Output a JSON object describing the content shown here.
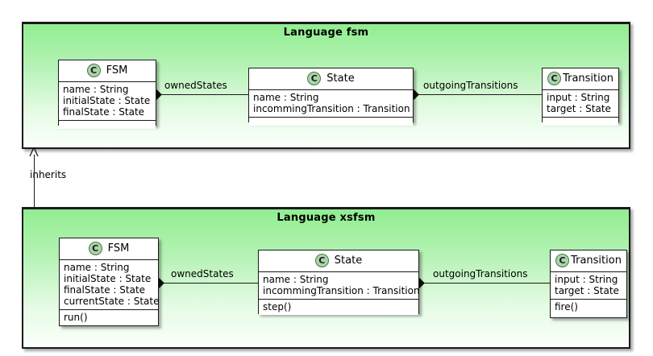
{
  "diagram": {
    "kind": "uml-class-diagram",
    "packages": [
      {
        "id": "fsm",
        "title": "Language fsm",
        "classes": [
          {
            "id": "fsm-FSM",
            "icon": "class-icon",
            "icon_letter": "C",
            "name": "FSM",
            "attributes": [
              "name : String",
              "initialState : State",
              "finalState : State"
            ],
            "operations": []
          },
          {
            "id": "fsm-State",
            "icon": "class-icon",
            "icon_letter": "C",
            "name": "State",
            "attributes": [
              "name : String",
              "incommingTransition : Transition"
            ],
            "operations": []
          },
          {
            "id": "fsm-Transition",
            "icon": "class-icon",
            "icon_letter": "C",
            "name": "Transition",
            "attributes": [
              "input : String",
              "target : State"
            ],
            "operations": []
          }
        ],
        "associations": [
          {
            "id": "fsm-ownedStates",
            "label": "ownedStates",
            "from": "FSM",
            "to": "State",
            "kind": "composition"
          },
          {
            "id": "fsm-outgoingTransitions",
            "label": "outgoingTransitions",
            "from": "State",
            "to": "Transition",
            "kind": "composition"
          }
        ]
      },
      {
        "id": "xsfsm",
        "title": "Language xsfsm",
        "classes": [
          {
            "id": "xsfsm-FSM",
            "icon": "class-icon",
            "icon_letter": "C",
            "name": "FSM",
            "attributes": [
              "name : String",
              "initialState : State",
              "finalState : State",
              "currentState : State"
            ],
            "operations": [
              "run()"
            ]
          },
          {
            "id": "xsfsm-State",
            "icon": "class-icon",
            "icon_letter": "C",
            "name": "State",
            "attributes": [
              "name : String",
              "incommingTransition : Transition"
            ],
            "operations": [
              "step()"
            ]
          },
          {
            "id": "xsfsm-Transition",
            "icon": "class-icon",
            "icon_letter": "C",
            "name": "Transition",
            "attributes": [
              "input : String",
              "target : State"
            ],
            "operations": [
              "fire()"
            ]
          }
        ],
        "associations": [
          {
            "id": "xsfsm-ownedStates",
            "label": "ownedStates",
            "from": "FSM",
            "to": "State",
            "kind": "composition"
          },
          {
            "id": "xsfsm-outgoingTransitions",
            "label": "outgoingTransitions",
            "from": "State",
            "to": "Transition",
            "kind": "composition"
          }
        ]
      }
    ],
    "relations": [
      {
        "id": "inherits",
        "label": "inherits",
        "from": "Language xsfsm",
        "to": "Language fsm",
        "kind": "generalization"
      }
    ],
    "colors": {
      "package_fill_top": "#90ee90",
      "package_fill_bottom": "#fbfffb",
      "class_fill": "#ffffff",
      "stroke": "#1a1a1a",
      "icon_fill": "#add1ad",
      "icon_stroke": "#3f7f3f",
      "background": "#ffffff"
    }
  }
}
